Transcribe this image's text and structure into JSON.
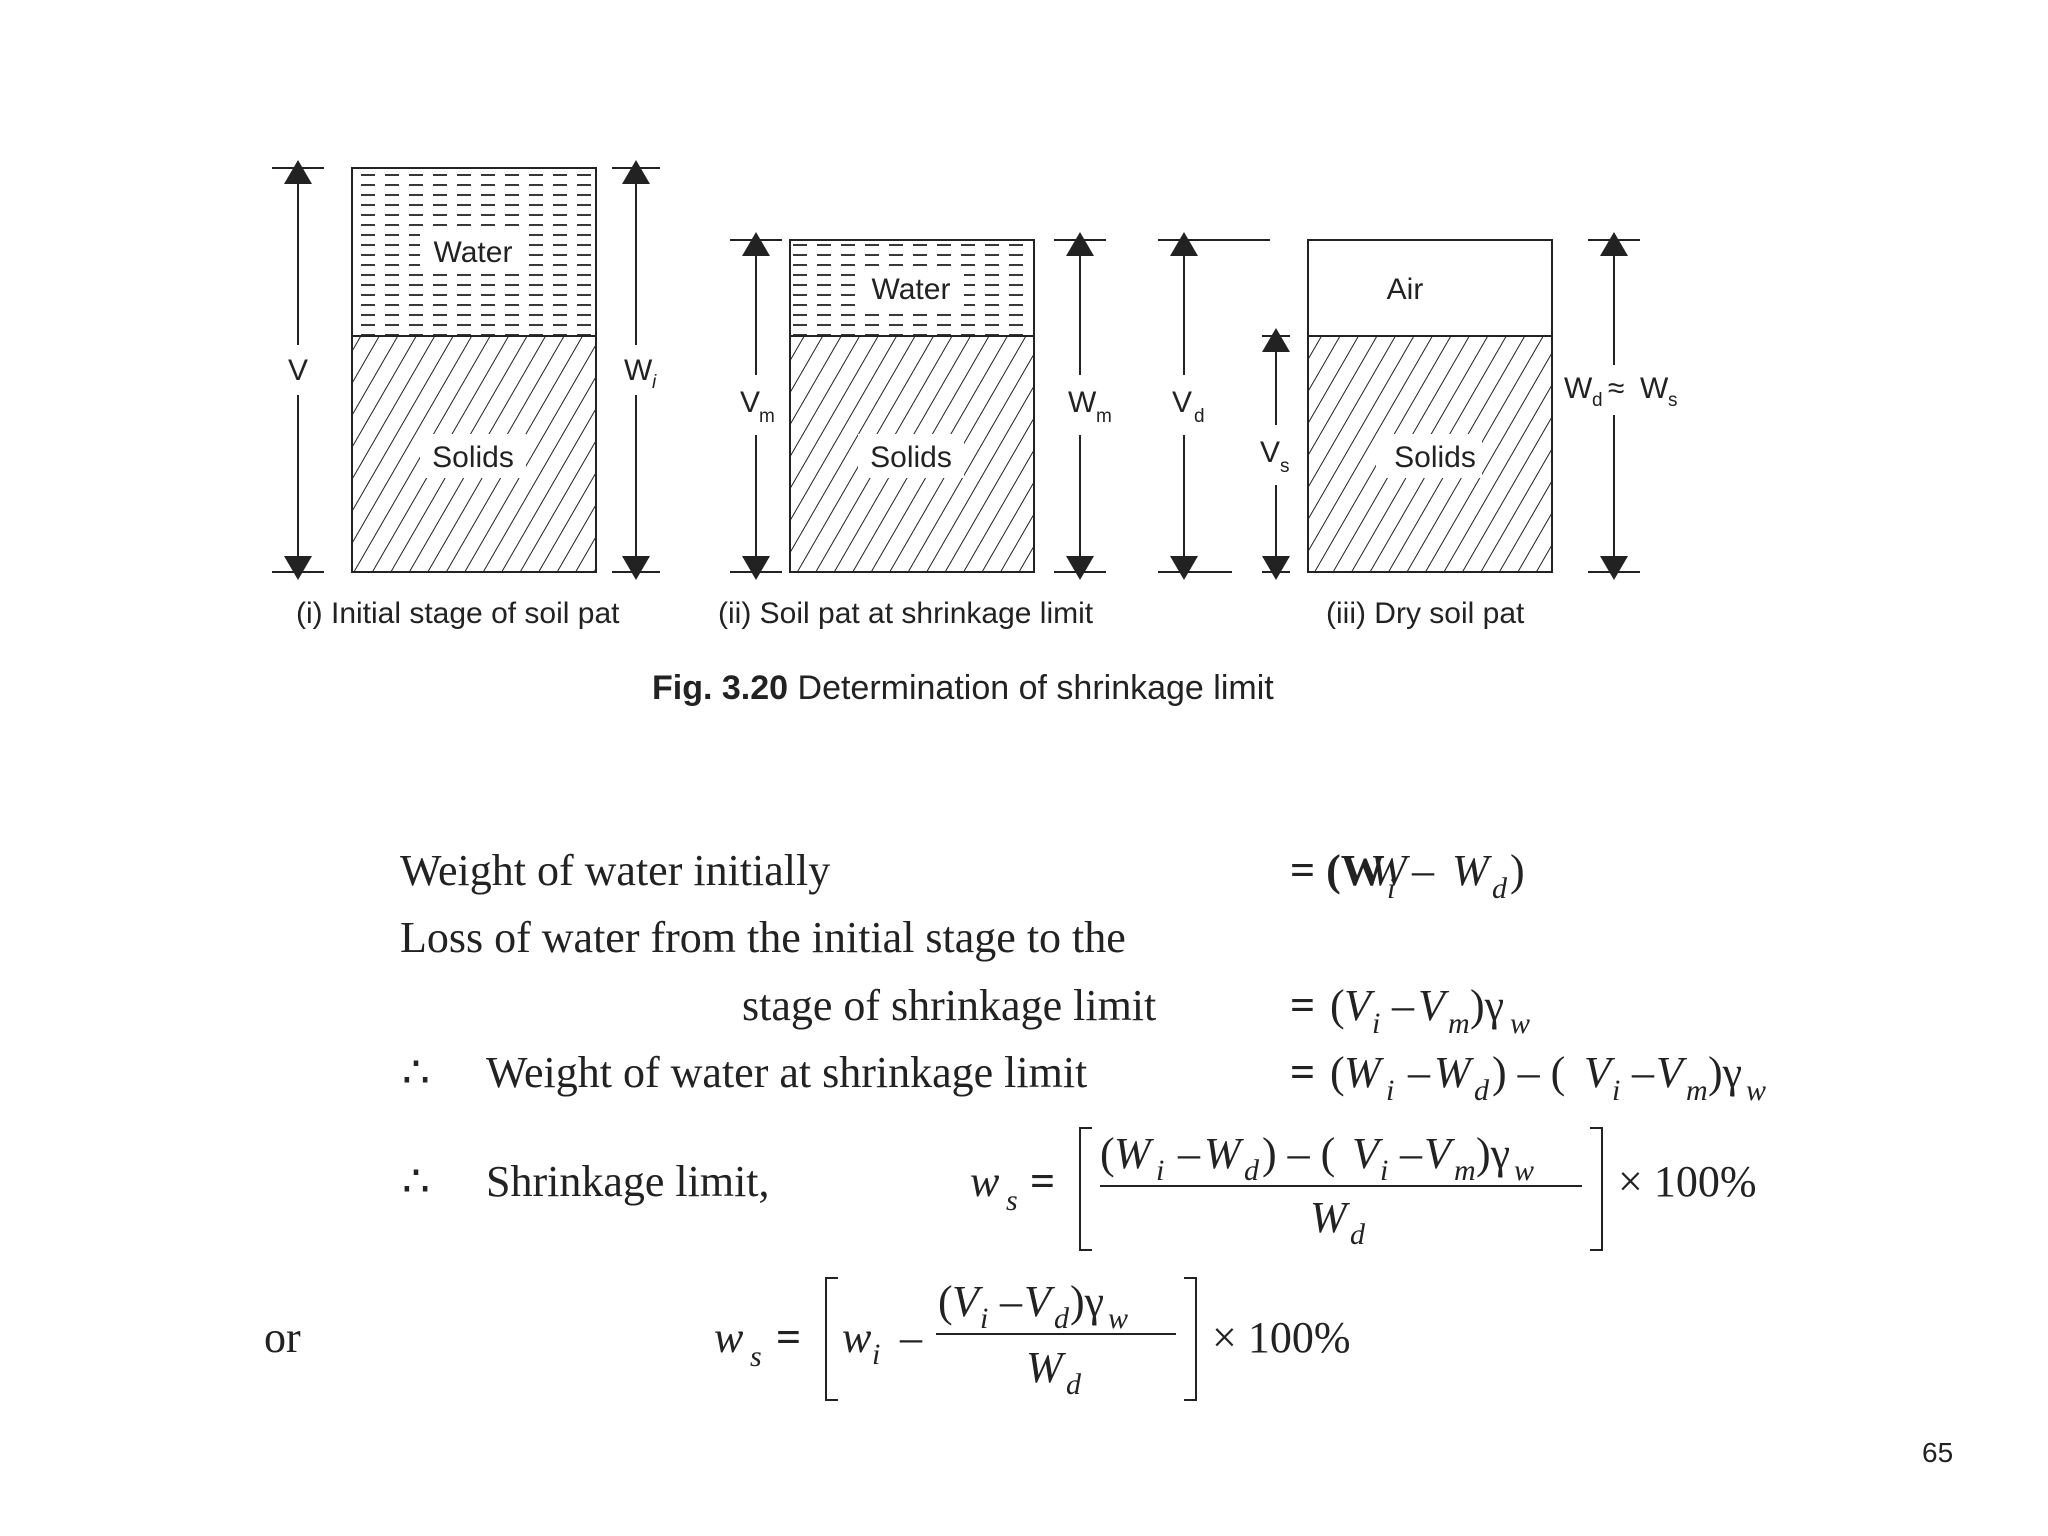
{
  "figure": {
    "panel1": {
      "water": "Water",
      "solids": "Solids",
      "left_dim": "V",
      "right_dim_main": "W",
      "right_dim_sub": "i",
      "caption": "(i) Initial stage of soil pat"
    },
    "panel2": {
      "water": "Water",
      "solids": "Solids",
      "left_dim_main": "V",
      "left_dim_sub": "m",
      "right_dim_main": "W",
      "right_dim_sub": "m",
      "caption": "(ii) Soil pat at shrinkage limit"
    },
    "panel3": {
      "air": "Air",
      "solids": "Solids",
      "vd_main": "V",
      "vd_sub": "d",
      "vs_main": "V",
      "vs_sub": "s",
      "right_a_main": "W",
      "right_a_sub": "d",
      "approx": "≈",
      "right_b_main": "W",
      "right_b_sub": "s",
      "caption": "(iii) Dry soil pat"
    },
    "fig_number": "Fig. 3.20",
    "fig_title": " Determination of shrinkage limit"
  },
  "equations": {
    "line1_text": "Weight of water initially",
    "line1_rhs": "= (W",
    "line2_text": "Loss of water from the initial stage to the",
    "line3_text": "stage of shrinkage limit",
    "line4_therefore": "∴",
    "line4_text": "Weight of water at shrinkage limit",
    "line5_therefore": "∴",
    "line5_text": "Shrinkage limit,",
    "times_100": "× 100%",
    "or": "or"
  },
  "page_number": "65"
}
